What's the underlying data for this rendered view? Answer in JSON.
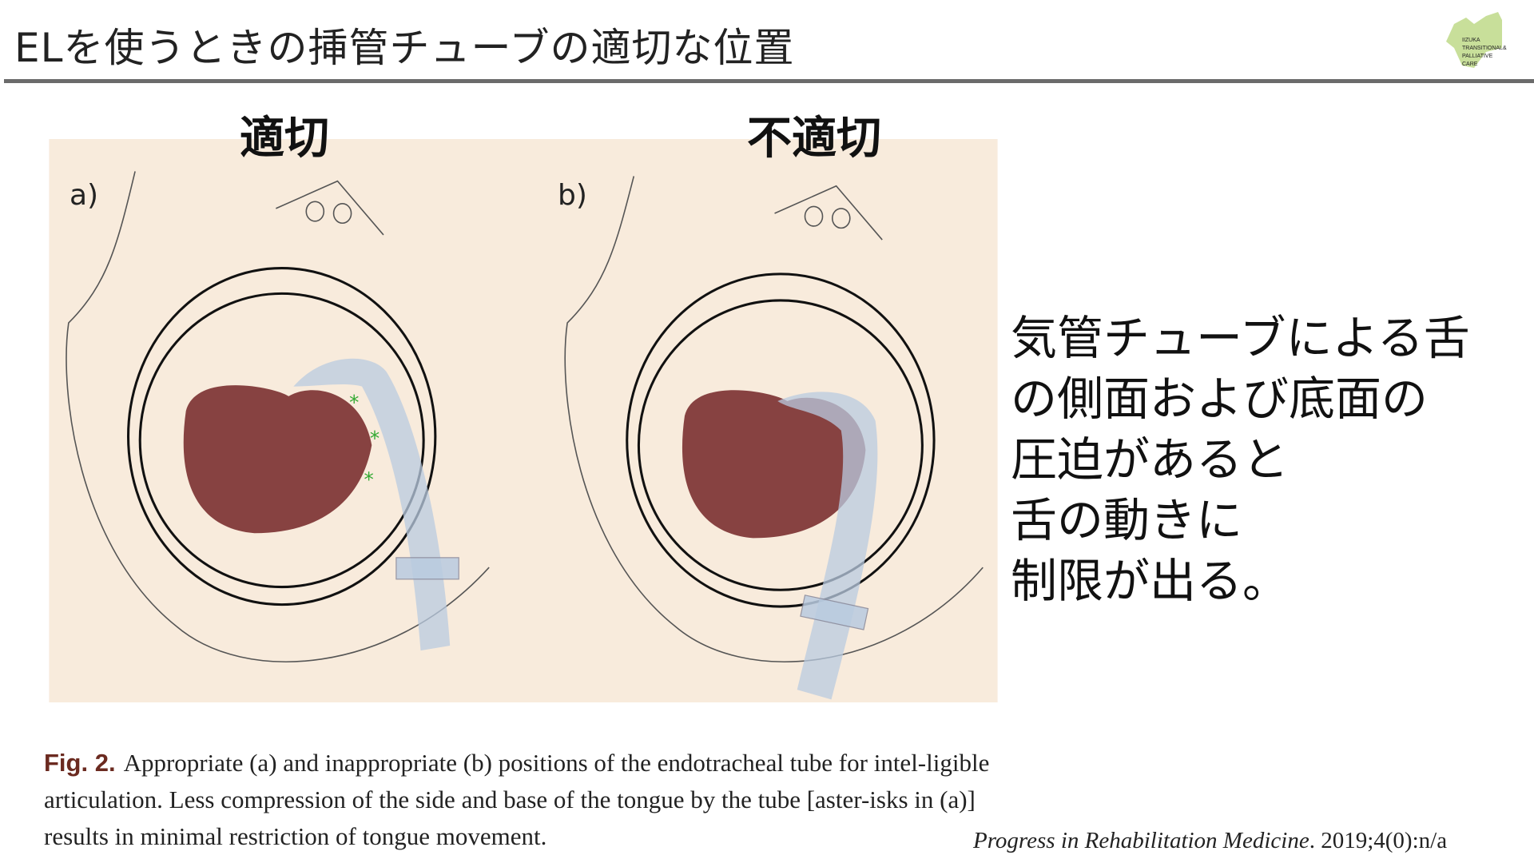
{
  "title": "ELを使うときの挿管チューブの適切な位置",
  "logo": {
    "lines": [
      "IIZUKA",
      "TRANSITIONAL &",
      "PALLIATIVE",
      "CARE"
    ]
  },
  "figure": {
    "label_appropriate": "適切",
    "label_inappropriate": "不適切",
    "panel_a": "a)",
    "panel_b": "b)",
    "bg_color": "#f8ebdc",
    "tongue_color": "#7a3030",
    "tube_color": "#b9cbe0"
  },
  "side_text": [
    "気管チューブによる舌",
    "の側面および底面の",
    "圧迫があると",
    "舌の動きに",
    "制限が出る。"
  ],
  "caption": {
    "fig_label": "Fig. 2.",
    "text": "Appropriate (a) and inappropriate (b) positions of the endotracheal tube for intel-ligible articulation. Less compression of the side and base of the tongue by the tube [aster-isks in (a)] results in minimal restriction of tongue movement."
  },
  "citation": {
    "journal": "Progress in Rehabilitation Medicine",
    "rest": ". 2019;4(0):n/a"
  }
}
